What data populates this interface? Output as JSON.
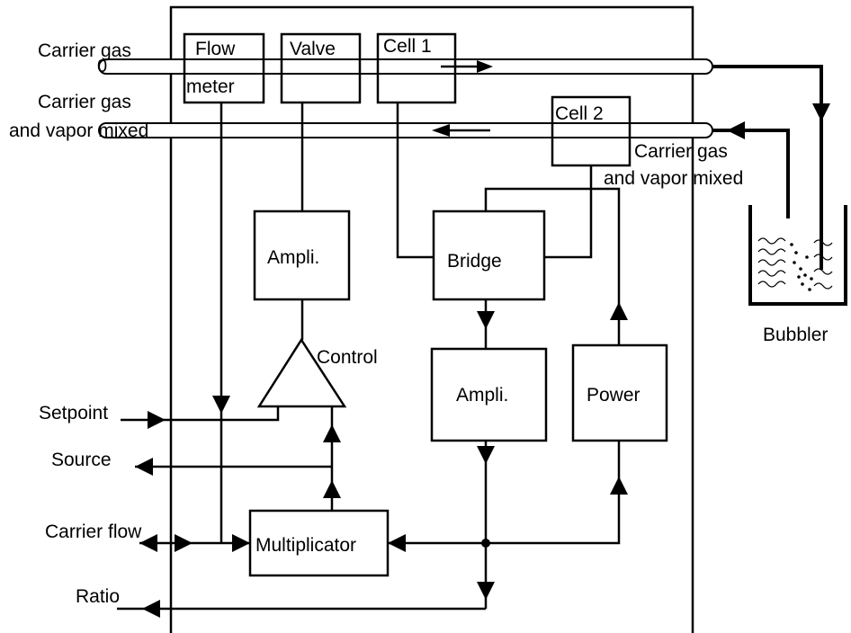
{
  "labels": {
    "carrier_gas_in": "Carrier gas",
    "carrier_gas_zero": "0",
    "mixed_left_line1": "Carrier gas",
    "mixed_left_line2": "and vapor mixed",
    "flow_meter_line1": "Flow",
    "flow_meter_line2": "meter",
    "valve": "Valve",
    "cell1": "Cell 1",
    "cell2": "Cell 2",
    "mixed_right_line1": "Carrier gas",
    "mixed_right_line2": "and vapor mixed",
    "bubbler": "Bubbler",
    "ampli_top": "Ampli.",
    "bridge": "Bridge",
    "control": "Control",
    "ampli_bottom": "Ampli.",
    "power": "Power",
    "multiplicator": "Multiplicator",
    "setpoint": "Setpoint",
    "source": "Source",
    "carrier_flow": "Carrier flow",
    "ratio": "Ratio"
  },
  "colors": {
    "line": "#000000",
    "background": "#ffffff"
  }
}
